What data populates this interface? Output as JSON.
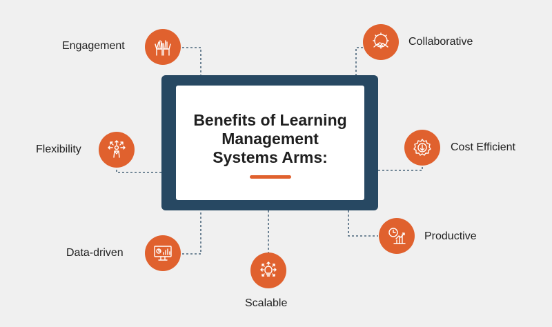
{
  "center": {
    "title_lines": [
      "Benefits of Learning",
      "Management",
      "Systems Arms:"
    ]
  },
  "benefits": {
    "engagement": {
      "label": "Engagement",
      "icon": "raised-hands-icon"
    },
    "collaborative": {
      "label": "Collaborative",
      "icon": "handshake-gear-icon"
    },
    "flexibility": {
      "label": "Flexibility",
      "icon": "person-arrows-icon"
    },
    "cost_efficient": {
      "label": "Cost Efficient",
      "icon": "gear-dollar-down-icon"
    },
    "productive": {
      "label": "Productive",
      "icon": "clock-chart-icon"
    },
    "data_driven": {
      "label": "Data-driven",
      "icon": "monitor-chart-icon"
    },
    "scalable": {
      "label": "Scalable",
      "icon": "lightbulb-arrows-icon"
    }
  },
  "colors": {
    "accent": "#e0612e",
    "frame": "#274862",
    "background": "#f0f0f0",
    "connector": "#274862"
  }
}
